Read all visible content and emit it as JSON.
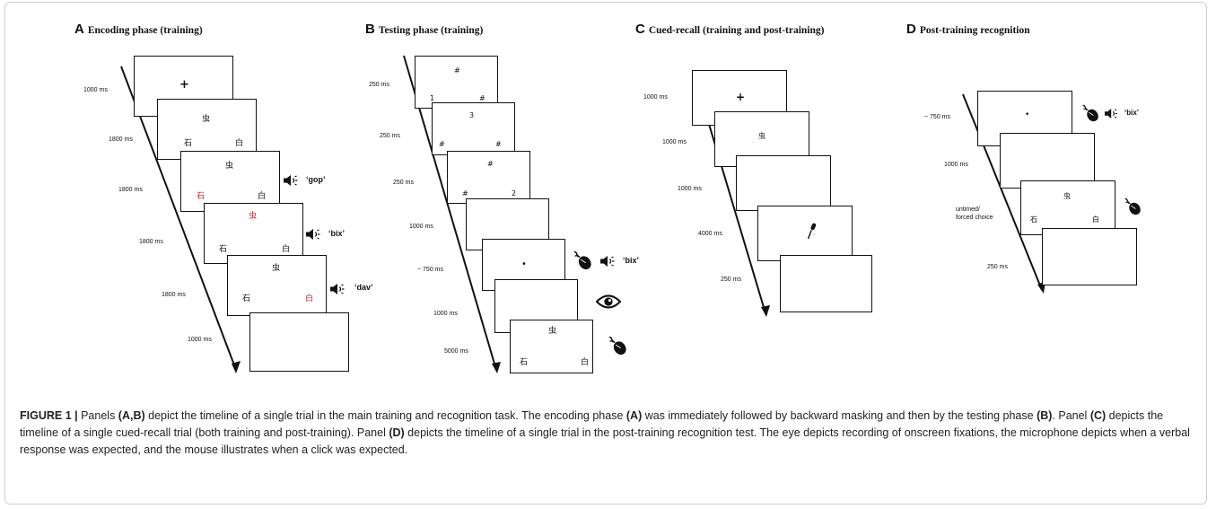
{
  "panels": {
    "A": {
      "letter": "A",
      "title": "Encoding phase (training)",
      "durations": [
        "1000 ms",
        "1800 ms",
        "1800 ms",
        "1800 ms",
        "1800 ms",
        "1000 ms"
      ],
      "fixation": "+",
      "char_top": "虫",
      "char_left": "石",
      "char_right": "白",
      "sounds": [
        "‘gop’",
        "‘bix’",
        "‘dav’"
      ]
    },
    "B": {
      "letter": "B",
      "title": "Testing phase (training)",
      "durations": [
        "250 ms",
        "250 ms",
        "250 ms",
        "1000 ms",
        "~ 750 ms",
        "1000 ms",
        "5000 ms"
      ],
      "mask_symbol": "#",
      "mask_digit1": "1",
      "mask_digit2": "3",
      "mask_digit3": "2",
      "dot": "•",
      "sound": "‘bix’",
      "char_top": "虫",
      "char_left": "石",
      "char_right": "白"
    },
    "C": {
      "letter": "C",
      "title": "Cued-recall (training and post-training)",
      "durations": [
        "1000 ms",
        "1000 ms",
        "1000 ms",
        "4000 ms",
        "250 ms"
      ],
      "fixation": "+",
      "char_top": "虫"
    },
    "D": {
      "letter": "D",
      "title": "Post-training recognition",
      "durations": [
        "~ 750 ms",
        "1000 ms",
        "untimed/ forced choice",
        "250 ms"
      ],
      "dot": "•",
      "sound": "‘bix’",
      "char_top": "虫",
      "char_left": "石",
      "char_right": "白"
    }
  },
  "icons": [
    "speaker-icon",
    "mouse-click-icon",
    "eye-icon",
    "microphone-icon"
  ],
  "colors": {
    "highlight": "#d62020",
    "ink": "#111111",
    "caption": "#222222"
  },
  "caption": {
    "label": "FIGURE 1 |",
    "s1": " Panels ",
    "r1": "(A,B)",
    "s2": " depict the timeline of a single trial in the main training and recognition task. The encoding phase ",
    "r2": "(A)",
    "s3": " was immediately followed by backward masking and then by the testing phase ",
    "r3": "(B)",
    "s4": ". Panel ",
    "r4": "(C)",
    "s5": " depicts the timeline of a single cued-recall trial (both training and post-training). Panel ",
    "r5": "(D)",
    "s6": " depicts the timeline of a single trial in the post-training recognition test. The eye depicts recording of onscreen fixations, the microphone depicts when a verbal response was expected, and the mouse illustrates when a click was expected."
  }
}
